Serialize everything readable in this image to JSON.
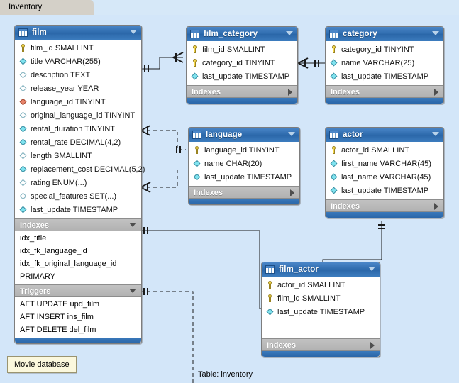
{
  "window": {
    "tab_label": "Inventory",
    "canvas_color": "#d3e6f9",
    "header_color": "#2f6cae",
    "section_bar_color": "#b8b8b8"
  },
  "icons": {
    "table": "table-icon",
    "caret_down": "chevron-down-icon",
    "caret_right": "chevron-right-icon",
    "primary_key": "key-icon",
    "column_notnull": "filled-diamond-icon",
    "column_nullable": "hollow-diamond-icon",
    "column_fk": "red-diamond-icon"
  },
  "tables": [
    {
      "name": "film",
      "columns": [
        {
          "label": "film_id SMALLINT",
          "icon": "key"
        },
        {
          "label": "title VARCHAR(255)",
          "icon": "filled"
        },
        {
          "label": "description TEXT",
          "icon": "hollow"
        },
        {
          "label": "release_year YEAR",
          "icon": "hollow"
        },
        {
          "label": "language_id TINYINT",
          "icon": "red"
        },
        {
          "label": "original_language_id TINYINT",
          "icon": "hollow-red"
        },
        {
          "label": "rental_duration TINYINT",
          "icon": "filled"
        },
        {
          "label": "rental_rate DECIMAL(4,2)",
          "icon": "filled"
        },
        {
          "label": "length SMALLINT",
          "icon": "hollow"
        },
        {
          "label": "replacement_cost DECIMAL(5,2)",
          "icon": "filled"
        },
        {
          "label": "rating ENUM(...)",
          "icon": "hollow"
        },
        {
          "label": "special_features SET(...)",
          "icon": "hollow"
        },
        {
          "label": "last_update TIMESTAMP",
          "icon": "filled"
        }
      ],
      "sections": [
        {
          "title": "Indexes",
          "expanded": true,
          "items": [
            "idx_title",
            "idx_fk_language_id",
            "idx_fk_original_language_id",
            "PRIMARY"
          ]
        },
        {
          "title": "Triggers",
          "expanded": true,
          "items": [
            "AFT UPDATE upd_film",
            "AFT INSERT ins_film",
            "AFT DELETE del_film"
          ]
        }
      ]
    },
    {
      "name": "film_category",
      "columns": [
        {
          "label": "film_id SMALLINT",
          "icon": "key"
        },
        {
          "label": "category_id TINYINT",
          "icon": "key"
        },
        {
          "label": "last_update TIMESTAMP",
          "icon": "filled"
        }
      ],
      "sections": [
        {
          "title": "Indexes",
          "expanded": false,
          "items": []
        }
      ]
    },
    {
      "name": "category",
      "columns": [
        {
          "label": "category_id TINYINT",
          "icon": "key"
        },
        {
          "label": "name VARCHAR(25)",
          "icon": "filled"
        },
        {
          "label": "last_update TIMESTAMP",
          "icon": "filled"
        }
      ],
      "sections": [
        {
          "title": "Indexes",
          "expanded": false,
          "items": []
        }
      ]
    },
    {
      "name": "language",
      "columns": [
        {
          "label": "language_id TINYINT",
          "icon": "key"
        },
        {
          "label": "name CHAR(20)",
          "icon": "filled"
        },
        {
          "label": "last_update TIMESTAMP",
          "icon": "filled"
        }
      ],
      "sections": [
        {
          "title": "Indexes",
          "expanded": false,
          "items": []
        }
      ]
    },
    {
      "name": "actor",
      "columns": [
        {
          "label": "actor_id SMALLINT",
          "icon": "key"
        },
        {
          "label": "first_name VARCHAR(45)",
          "icon": "filled"
        },
        {
          "label": "last_name VARCHAR(45)",
          "icon": "filled"
        },
        {
          "label": "last_update TIMESTAMP",
          "icon": "filled"
        }
      ],
      "sections": [
        {
          "title": "Indexes",
          "expanded": false,
          "items": []
        }
      ]
    },
    {
      "name": "film_actor",
      "columns": [
        {
          "label": "actor_id SMALLINT",
          "icon": "key"
        },
        {
          "label": "film_id SMALLINT",
          "icon": "key"
        },
        {
          "label": "last_update TIMESTAMP",
          "icon": "filled"
        }
      ],
      "sections": [
        {
          "title": "Indexes",
          "expanded": false,
          "items": []
        }
      ]
    }
  ],
  "note": {
    "text": "Movie database"
  },
  "floating_labels": [
    {
      "text": "Table: inventory"
    }
  ]
}
